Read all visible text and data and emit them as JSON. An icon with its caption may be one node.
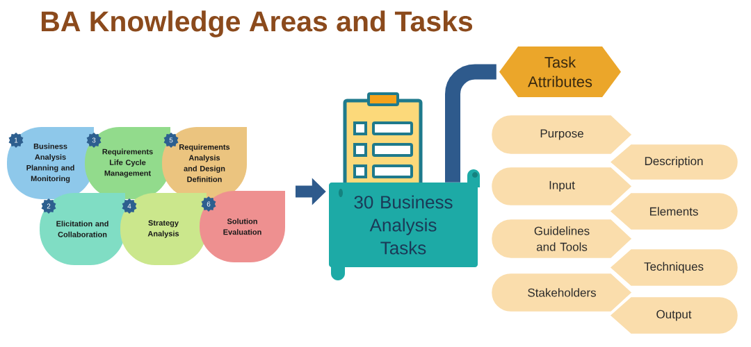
{
  "diagram": {
    "title": "BA Knowledge Areas and Tasks",
    "nodes": [
      {
        "text": [
          "1",
          "Business Analysis Planning and Monitoring"
        ]
      },
      {
        "text": [
          "3",
          "Requirements Life Cycle Management"
        ]
      },
      {
        "text": [
          "5",
          "Requirements Analysis and Design Definition"
        ]
      },
      {
        "text": [
          "2",
          "Elicitation and Collaboration"
        ]
      },
      {
        "text": [
          "4",
          "Strategy Analysis"
        ]
      },
      {
        "text": [
          "6",
          "Solution Evaluation"
        ]
      },
      {
        "text": [
          "30 Business Analysis Tasks"
        ]
      },
      {
        "text": [
          "Task Attributes"
        ]
      },
      {
        "text": [
          "Purpose"
        ]
      },
      {
        "text": [
          "Description"
        ]
      },
      {
        "text": [
          "Input"
        ]
      },
      {
        "text": [
          "Elements"
        ]
      },
      {
        "text": [
          "Guidelines and Tools"
        ]
      },
      {
        "text": [
          "Techniques"
        ]
      },
      {
        "text": [
          "Stakeholders"
        ]
      },
      {
        "text": [
          "Output"
        ]
      }
    ],
    "edges": [
      {
        "from": null,
        "to": 6,
        "arrow": "to"
      },
      {
        "from": 6,
        "to": 7,
        "arrow": "none"
      }
    ]
  }
}
